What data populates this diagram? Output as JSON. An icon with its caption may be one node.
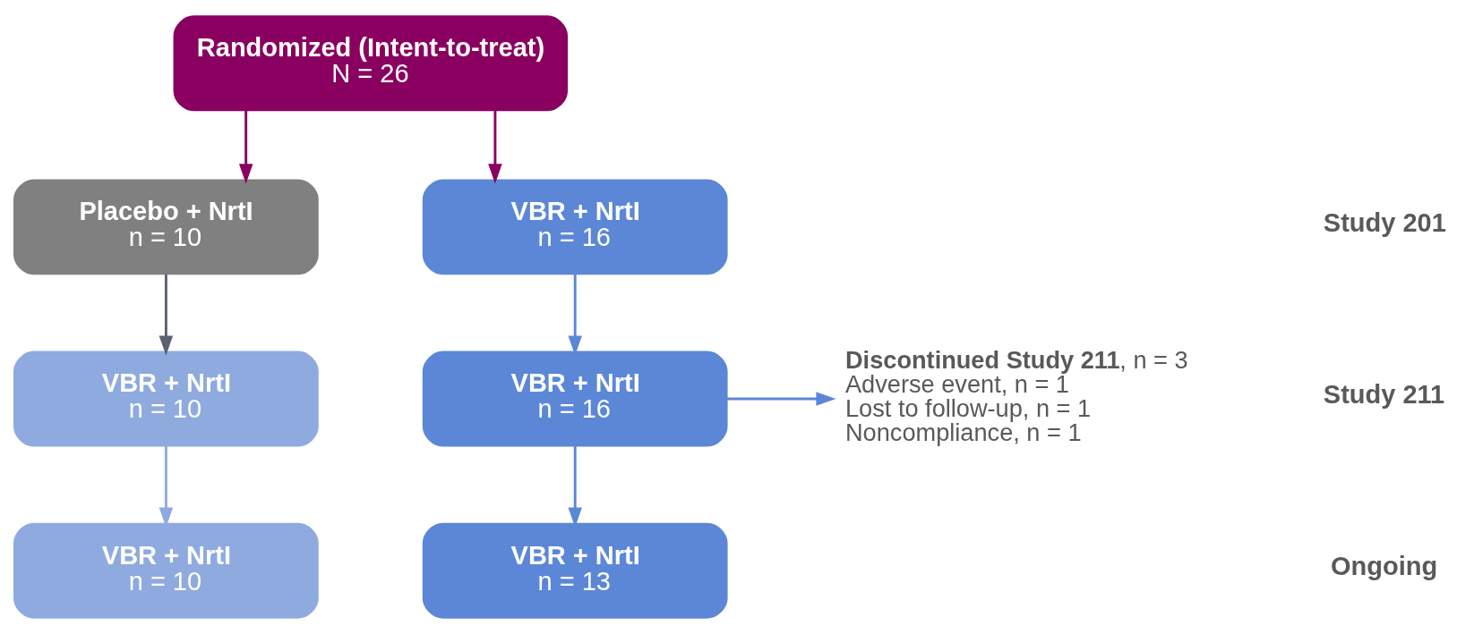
{
  "diagram": {
    "nodes": [
      {
        "text": [
          "Randomized (Intent-to-treat)",
          "N = 26"
        ]
      },
      {
        "text": [
          "Placebo + NrtI",
          "n = 10"
        ]
      },
      {
        "text": [
          "VBR + NrtI",
          "n = 16"
        ]
      },
      {
        "text": [
          "VBR + NrtI",
          "n = 10"
        ]
      },
      {
        "text": [
          "VBR + NrtI",
          "n = 16"
        ]
      },
      {
        "text": [
          "VBR + NrtI",
          "n = 10"
        ]
      },
      {
        "text": [
          "VBR + NrtI",
          "n = 13"
        ]
      },
      {
        "text": [
          "**Discontinued Study 211**, n = 3",
          "Adverse event, n = 1",
          "Lost to follow-up, n = 1",
          "Noncompliance, n = 1"
        ]
      }
    ],
    "edges": [
      {
        "from": 0,
        "to": 1,
        "arrow": "to",
        "color": "#8a0060"
      },
      {
        "from": 0,
        "to": 2,
        "arrow": "to",
        "color": "#8a0060"
      },
      {
        "from": 1,
        "to": 3,
        "arrow": "to",
        "color": "#5a6170"
      },
      {
        "from": 2,
        "to": 4,
        "arrow": "to"
      },
      {
        "from": 3,
        "to": 5,
        "arrow": "to",
        "color": "#8eaadf"
      },
      {
        "from": 4,
        "to": 6,
        "arrow": "to"
      },
      {
        "from": 4,
        "to": 7,
        "arrow": "to"
      }
    ],
    "labels": [
      "Study 201",
      "Study 211",
      "Ongoing"
    ]
  }
}
